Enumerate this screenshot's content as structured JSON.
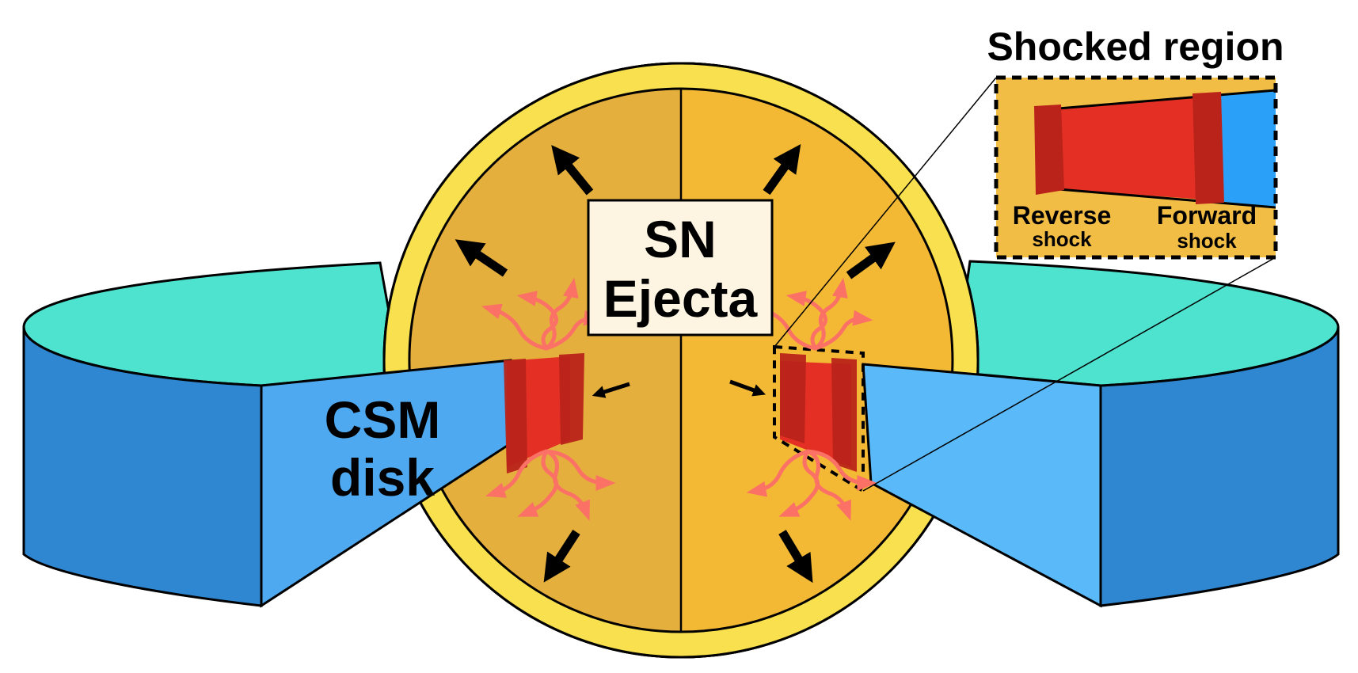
{
  "labels": {
    "sn_line1": "SN",
    "sn_line2": "Ejecta",
    "csm_line1": "CSM",
    "csm_line2": "disk",
    "inset_title": "Shocked region",
    "reverse_main": "Reverse",
    "reverse_sub": "shock",
    "forward_main": "Forward",
    "forward_sub": "shock"
  },
  "colors": {
    "disk_top": "#4ee3cf",
    "disk_side_dark": "#2e87d0",
    "disk_inner": "#4fa9f0",
    "disk_inner_right": "#5ab9f8",
    "ejecta_shell": "#f8e04e",
    "ejecta_left": "#e4af3c",
    "ejecta_right": "#f3b934",
    "shocked_gas": "#e42f24",
    "shock_front": "#b9231a",
    "radiation": "#fb7166",
    "inset_bg": "#f2bd45",
    "label_box": "#fdf5e2"
  },
  "icons": [
    "expansion-arrow-icon",
    "inflow-arrow-icon",
    "radiation-squiggle-icon"
  ]
}
